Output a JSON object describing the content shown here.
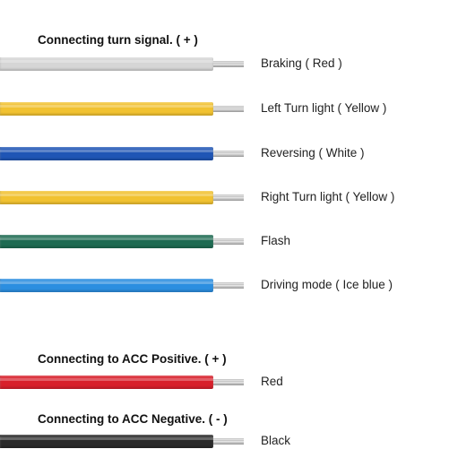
{
  "headings": {
    "turn_signal": "Connecting turn signal. ( + )",
    "acc_positive": "Connecting to ACC Positive. ( + )",
    "acc_negative": "Connecting to ACC Negative. ( - )"
  },
  "wires": [
    {
      "id": "braking",
      "label": "Braking ( Red )",
      "color": "#d6d6d6"
    },
    {
      "id": "left-turn",
      "label": "Left Turn light ( Yellow )",
      "color": "#f1c231"
    },
    {
      "id": "reversing",
      "label": "Reversing ( White )",
      "color": "#1f55b5"
    },
    {
      "id": "right-turn",
      "label": "Right Turn light ( Yellow )",
      "color": "#f1c231"
    },
    {
      "id": "flash",
      "label": "Flash",
      "color": "#1e6b52"
    },
    {
      "id": "driving-mode",
      "label": "Driving mode ( Ice blue )",
      "color": "#2b8ee0"
    },
    {
      "id": "acc-positive",
      "label": "Red",
      "color": "#d8202b"
    },
    {
      "id": "acc-negative",
      "label": "Black",
      "color": "#2a2a2a"
    }
  ],
  "colors": {
    "conductor": "#bdbdbd",
    "heading_text": "#111111",
    "label_text": "#222222"
  }
}
